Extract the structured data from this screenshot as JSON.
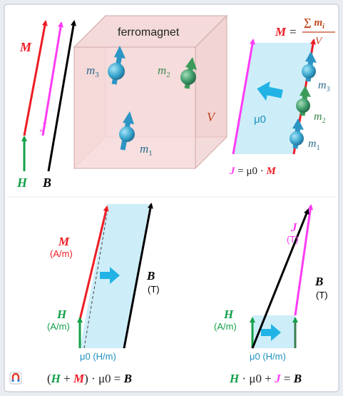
{
  "colors": {
    "red": "#ee1c25",
    "magenta": "#ff3cf5",
    "black": "#000000",
    "green": "#13a04a",
    "blue": "#22b3e6",
    "cyan_fill": "#cdeef9",
    "box_fill": "#f6d9d9",
    "box_edge": "#cfa9a9",
    "volume_text": "#c0451a",
    "moment_blue": "#2d95c4",
    "moment_green": "#3b9a59",
    "background": "#ffffff"
  },
  "top": {
    "cube": {
      "title": "ferromagnet",
      "volume": "V",
      "moments": [
        {
          "label": "m",
          "index": "3"
        },
        {
          "label": "m",
          "index": "2"
        },
        {
          "label": "m",
          "index": "1"
        }
      ]
    },
    "vectors": {
      "M": "M",
      "J": "J",
      "H": "H",
      "B": "B"
    },
    "magnetization_formula": {
      "lhs": "M",
      "equals": "=",
      "numerator": "∑ m",
      "numerator_index": "i",
      "denominator": "V"
    },
    "right_panel": {
      "mu0": "μ0",
      "moments": [
        {
          "label": "m",
          "index": "3"
        },
        {
          "label": "m",
          "index": "2"
        },
        {
          "label": "m",
          "index": "1"
        }
      ],
      "formula_J": "J",
      "formula_eq": " = μ0 · ",
      "formula_M": "M"
    }
  },
  "bottom_left": {
    "M_label": "M",
    "M_unit": "(A/m)",
    "H_label": "H",
    "H_unit": "(A/m)",
    "B_label": "B",
    "B_unit": "(T)",
    "mu0_label": "μ0 (H/m)",
    "equation": {
      "open": "(",
      "H": "H",
      "plus": " + ",
      "M": "M",
      "close": ") · μ0 = ",
      "B": "B"
    }
  },
  "bottom_right": {
    "J_label": "J",
    "J_unit": "(T)",
    "H_label": "H",
    "H_unit": "(A/m)",
    "B_label": "B",
    "B_unit": "(T)",
    "mu0_label": "μ0 (H/m)",
    "equation": {
      "H": "H",
      "mid": " · μ0 + ",
      "J": "J",
      "eq": " = ",
      "B": "B"
    }
  }
}
